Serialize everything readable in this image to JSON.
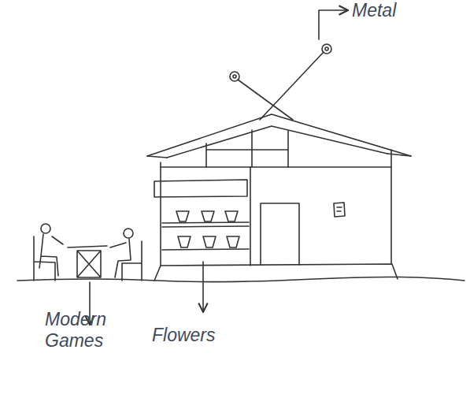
{
  "diagram": {
    "labels": [
      "Metal",
      "Modern Games",
      "Flowers"
    ]
  }
}
